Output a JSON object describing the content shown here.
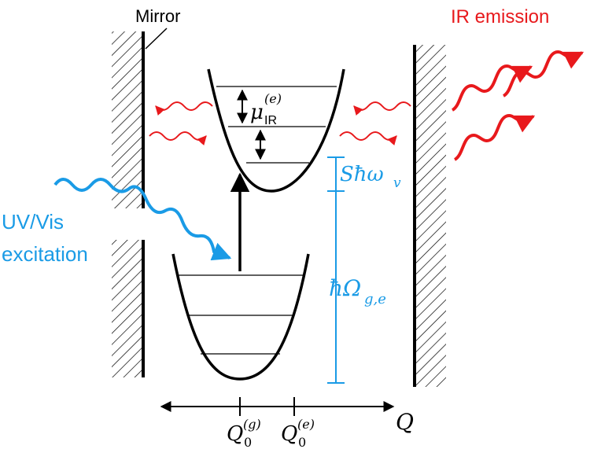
{
  "labels": {
    "mirror": "Mirror",
    "ir_emission": "IR emission",
    "uv_line1": "UV/Vis",
    "uv_line2": "excitation",
    "mu_base": "μ",
    "mu_sup": "(e)",
    "mu_sub": "IR",
    "s_hbar_omega": "Sħω",
    "s_hbar_omega_sub": "v",
    "hbar_omega_big": "ħΩ",
    "hbar_omega_big_sub": "g,e",
    "q0_base": "Q",
    "q0g_sup": "(g)",
    "q0e_sup": "(e)",
    "q0_sub": "0",
    "q_axis": "Q"
  },
  "colors": {
    "ink": "#000000",
    "ir_red": "#e8191c",
    "uv_blue": "#1a9be6"
  }
}
